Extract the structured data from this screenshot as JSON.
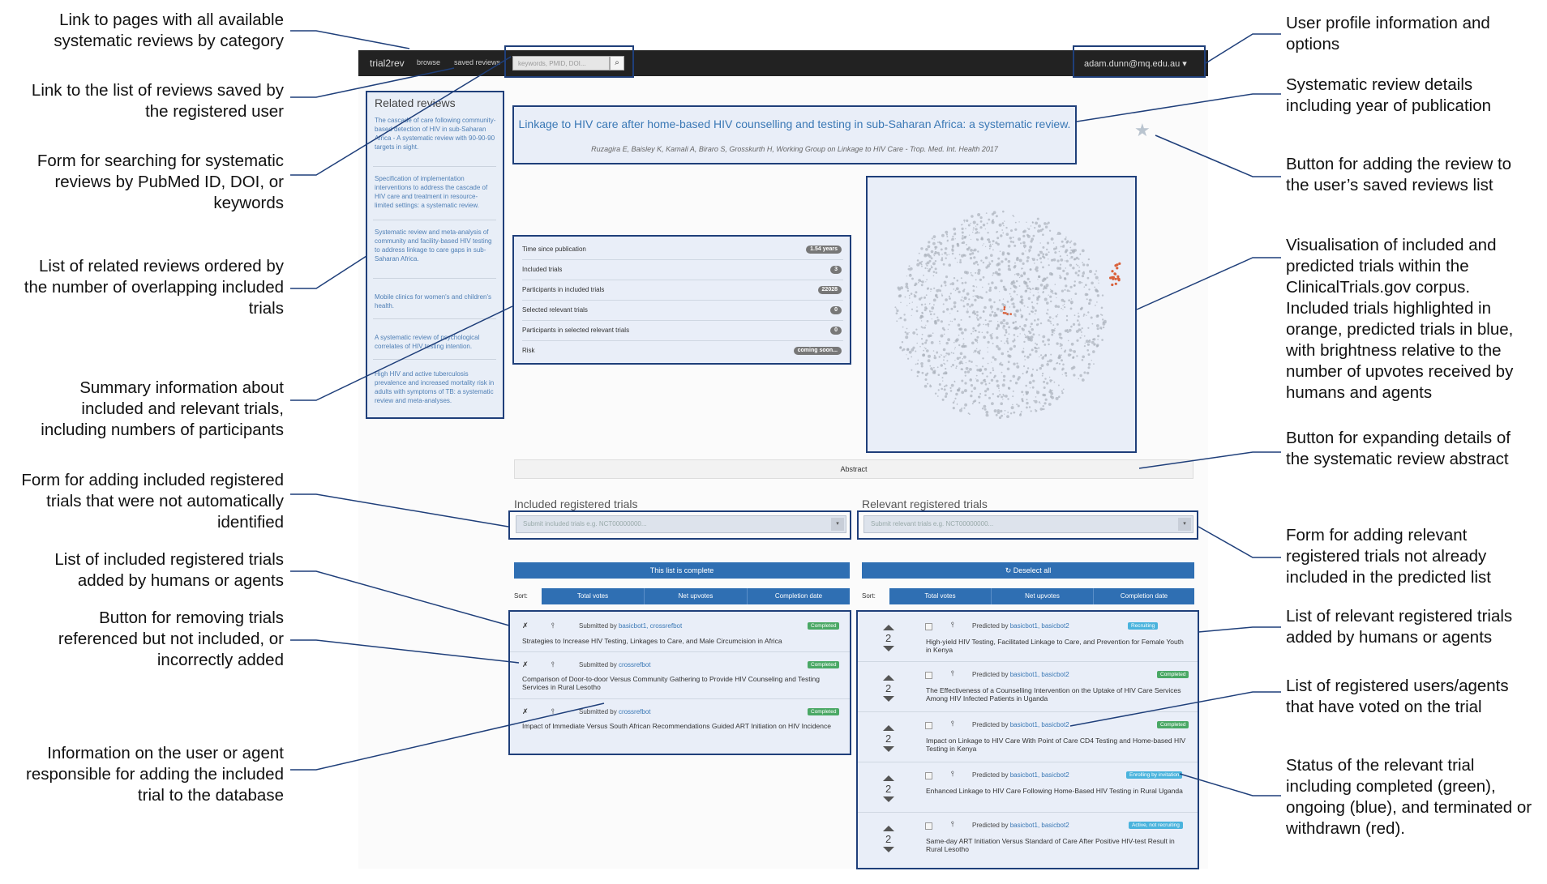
{
  "navbar": {
    "brand": "trial2rev",
    "browse": "browse",
    "saved_reviews": "saved reviews",
    "search_placeholder": "keywords, PMID, DOI...",
    "user": "adam.dunn@mq.edu.au ▾"
  },
  "related": {
    "heading": "Related reviews",
    "items": [
      "The cascade of care following community-based detection of HIV in sub-Saharan Africa - A systematic review with 90-90-90 targets in sight.",
      "Specification of implementation interventions to address the cascade of HIV care and treatment in resource-limited settings: a systematic review.",
      "Systematic review and meta-analysis of community and facility-based HIV testing to address linkage to care gaps in sub-Saharan Africa.",
      "Mobile clinics for women's and children's health.",
      "A systematic review of psychological correlates of HIV testing intention.",
      "High HIV and active tuberculosis prevalence and increased mortality risk in adults with symptoms of TB: a systematic review and meta-analyses."
    ]
  },
  "review": {
    "title": "Linkage to HIV care after home-based HIV counselling and testing in sub-Saharan Africa: a systematic review.",
    "authors": "Ruzagira E, Baisley K, Kamali A, Biraro S, Grosskurth H, Working Group on Linkage to HIV Care - Trop. Med. Int. Health 2017",
    "star": "★"
  },
  "summary": [
    {
      "label": "Time since publication",
      "value": "1.54 years"
    },
    {
      "label": "Included trials",
      "value": "3"
    },
    {
      "label": "Participants in included trials",
      "value": "22028"
    },
    {
      "label": "Selected relevant trials",
      "value": "0"
    },
    {
      "label": "Participants in selected relevant trials",
      "value": "0"
    },
    {
      "label": "Risk",
      "value": "coming soon..."
    }
  ],
  "abstract_label": "Abstract",
  "included": {
    "heading": "Included registered trials",
    "placeholder": "Submit included trials e.g. NCT00000000...",
    "complete_button": "This list is complete",
    "sort_label": "Sort:",
    "sort_tabs": [
      "Total votes",
      "Net upvotes",
      "Completion date"
    ],
    "trials": [
      {
        "prefix": "Submitted by",
        "by": "basicbot1, crossrefbot",
        "status": "Completed",
        "title": "Strategies to Increase HIV Testing, Linkages to Care, and Male Circumcision in Africa"
      },
      {
        "prefix": "Submitted by",
        "by": "crossrefbot",
        "status": "Completed",
        "title": "Comparison of Door-to-door Versus Community Gathering to Provide HIV Counseling and Testing Services in Rural Lesotho"
      },
      {
        "prefix": "Submitted by",
        "by": "crossrefbot",
        "status": "Completed",
        "title": "Impact of Immediate Versus South African Recommendations Guided ART Initiation on HIV Incidence"
      }
    ]
  },
  "relevant": {
    "heading": "Relevant registered trials",
    "placeholder": "Submit relevant trials e.g. NCT00000000...",
    "deselect_button": "↻ Deselect all",
    "sort_label": "Sort:",
    "sort_tabs": [
      "Total votes",
      "Net upvotes",
      "Completion date"
    ],
    "trials": [
      {
        "votes": "2",
        "prefix": "Predicted by",
        "by": "basicbot1, basicbot2",
        "status": "Recruiting",
        "status_color": "blue",
        "title": "High-yield HIV Testing, Facilitated Linkage to Care, and Prevention for Female Youth in Kenya"
      },
      {
        "votes": "2",
        "prefix": "Predicted by",
        "by": "basicbot1, basicbot2",
        "status": "Completed",
        "status_color": "green",
        "title": "The Effectiveness of a Counselling Intervention on the Uptake of HIV Care Services Among HIV Infected Patients in Uganda"
      },
      {
        "votes": "2",
        "prefix": "Predicted by",
        "by": "basicbot1, basicbot2",
        "status": "Completed",
        "status_color": "green",
        "title": "Impact on Linkage to HIV Care With Point of Care CD4 Testing and Home-based HIV Testing in Kenya"
      },
      {
        "votes": "2",
        "prefix": "Predicted by",
        "by": "basicbot1, basicbot2",
        "status": "Enrolling by invitation",
        "status_color": "blue",
        "title": "Enhanced Linkage to HIV Care Following Home-Based HIV Testing in Rural Uganda"
      },
      {
        "votes": "2",
        "prefix": "Predicted by",
        "by": "basicbot1, basicbot2",
        "status": "Active, not recruiting",
        "status_color": "blue",
        "title": "Same-day ART Initiation Versus Standard of Care After Positive HIV-test Result in Rural Lesotho"
      }
    ]
  },
  "annotations": {
    "left": [
      "Link to pages with all available systematic reviews by category",
      "Link to the list of reviews saved by the registered user",
      "Form for searching for systematic reviews by PubMed ID, DOI, or keywords",
      "List of related reviews ordered by the number of overlapping included trials",
      "Summary information about included and relevant trials, including numbers of participants",
      "Form for adding included registered trials that were not automatically identified",
      "List of included registered trials added by humans or agents",
      "Button for removing trials referenced but not included, or incorrectly added",
      "Information on the user or agent responsible for adding the included trial to the database"
    ],
    "right": [
      "User profile information and options",
      "Systematic review details including year of publication",
      "Button for adding the review to the user’s saved reviews list",
      "Visualisation of included and predicted trials within the ClinicalTrials.gov corpus. Included trials highlighted in orange, predicted trials in blue, with brightness relative to the number of upvotes received by humans and agents",
      "Button for expanding details of the systematic review abstract",
      "Form for adding relevant registered trials not already included in the predicted list",
      "List of relevant registered trials added by humans or agents",
      "List of registered users/agents that have voted on the trial",
      "Status of the relevant trial including completed (green), ongoing (blue), and terminated or withdrawn (red)."
    ]
  },
  "colors": {
    "accent": "#2f6fb3",
    "completed": "#4aa865",
    "ongoing": "#4ab3dd",
    "frame": "#1f3f7a"
  }
}
